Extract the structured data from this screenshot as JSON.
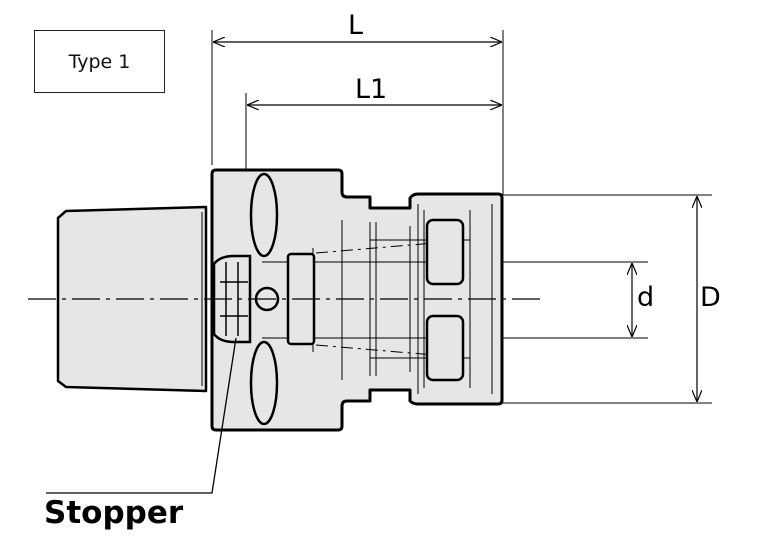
{
  "type_label": "Type 1",
  "dimensions": {
    "L": "L",
    "L1": "L1",
    "d": "d",
    "D": "D"
  },
  "callout": "Stopper"
}
